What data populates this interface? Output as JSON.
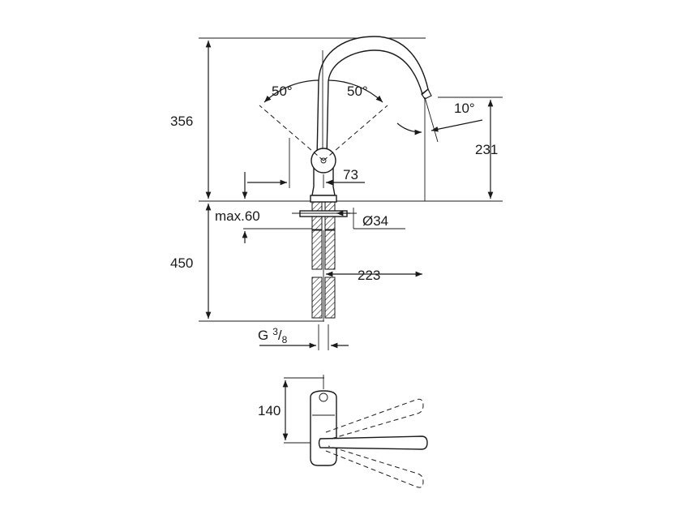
{
  "dimensions": {
    "overall_height": "356",
    "angle_left": "50°",
    "angle_right": "50°",
    "spout_angle": "10°",
    "spout_height": "231",
    "lever_offset": "73",
    "max_thickness": "max.60",
    "hole_diameter": "Ø34",
    "below_counter": "450",
    "spout_reach": "223",
    "thread_prefix": "G",
    "thread_num": "3",
    "thread_den": "8",
    "lever_height": "140"
  }
}
